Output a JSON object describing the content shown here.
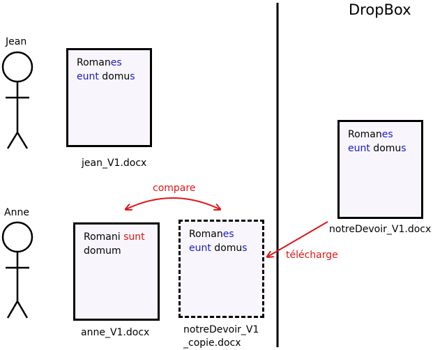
{
  "header": {
    "dropbox_title": "DropBox"
  },
  "people": {
    "jean": {
      "name": "Jean"
    },
    "anne": {
      "name": "Anne"
    }
  },
  "documents": {
    "jean_doc": {
      "filename": "jean_V1.docx",
      "line1_a": "Roman",
      "line1_b": "es",
      "line2_a": "eunt",
      "line2_b": " domu",
      "line2_c": "s"
    },
    "dropbox_doc": {
      "filename": "notreDevoir_V1.docx",
      "line1_a": "Roman",
      "line1_b": "es",
      "line2_a": "eunt",
      "line2_b": " domu",
      "line2_c": "s"
    },
    "anne_doc": {
      "filename": "anne_V1.docx",
      "line1_a": "Romani ",
      "line1_b": "sunt",
      "line2_a": "domum"
    },
    "copy_doc": {
      "filename_line1": "notreDevoir_V1",
      "filename_line2": "_copie.docx",
      "line1_a": "Roman",
      "line1_b": "es",
      "line2_a": "eunt",
      "line2_b": " domu",
      "line2_c": "s"
    }
  },
  "arrows": {
    "compare_label": "compare",
    "download_label": "télécharge"
  },
  "colors": {
    "accent_red": "#e01515",
    "text_blue": "#1a1acc",
    "doc_fill": "#f8f6fc"
  }
}
